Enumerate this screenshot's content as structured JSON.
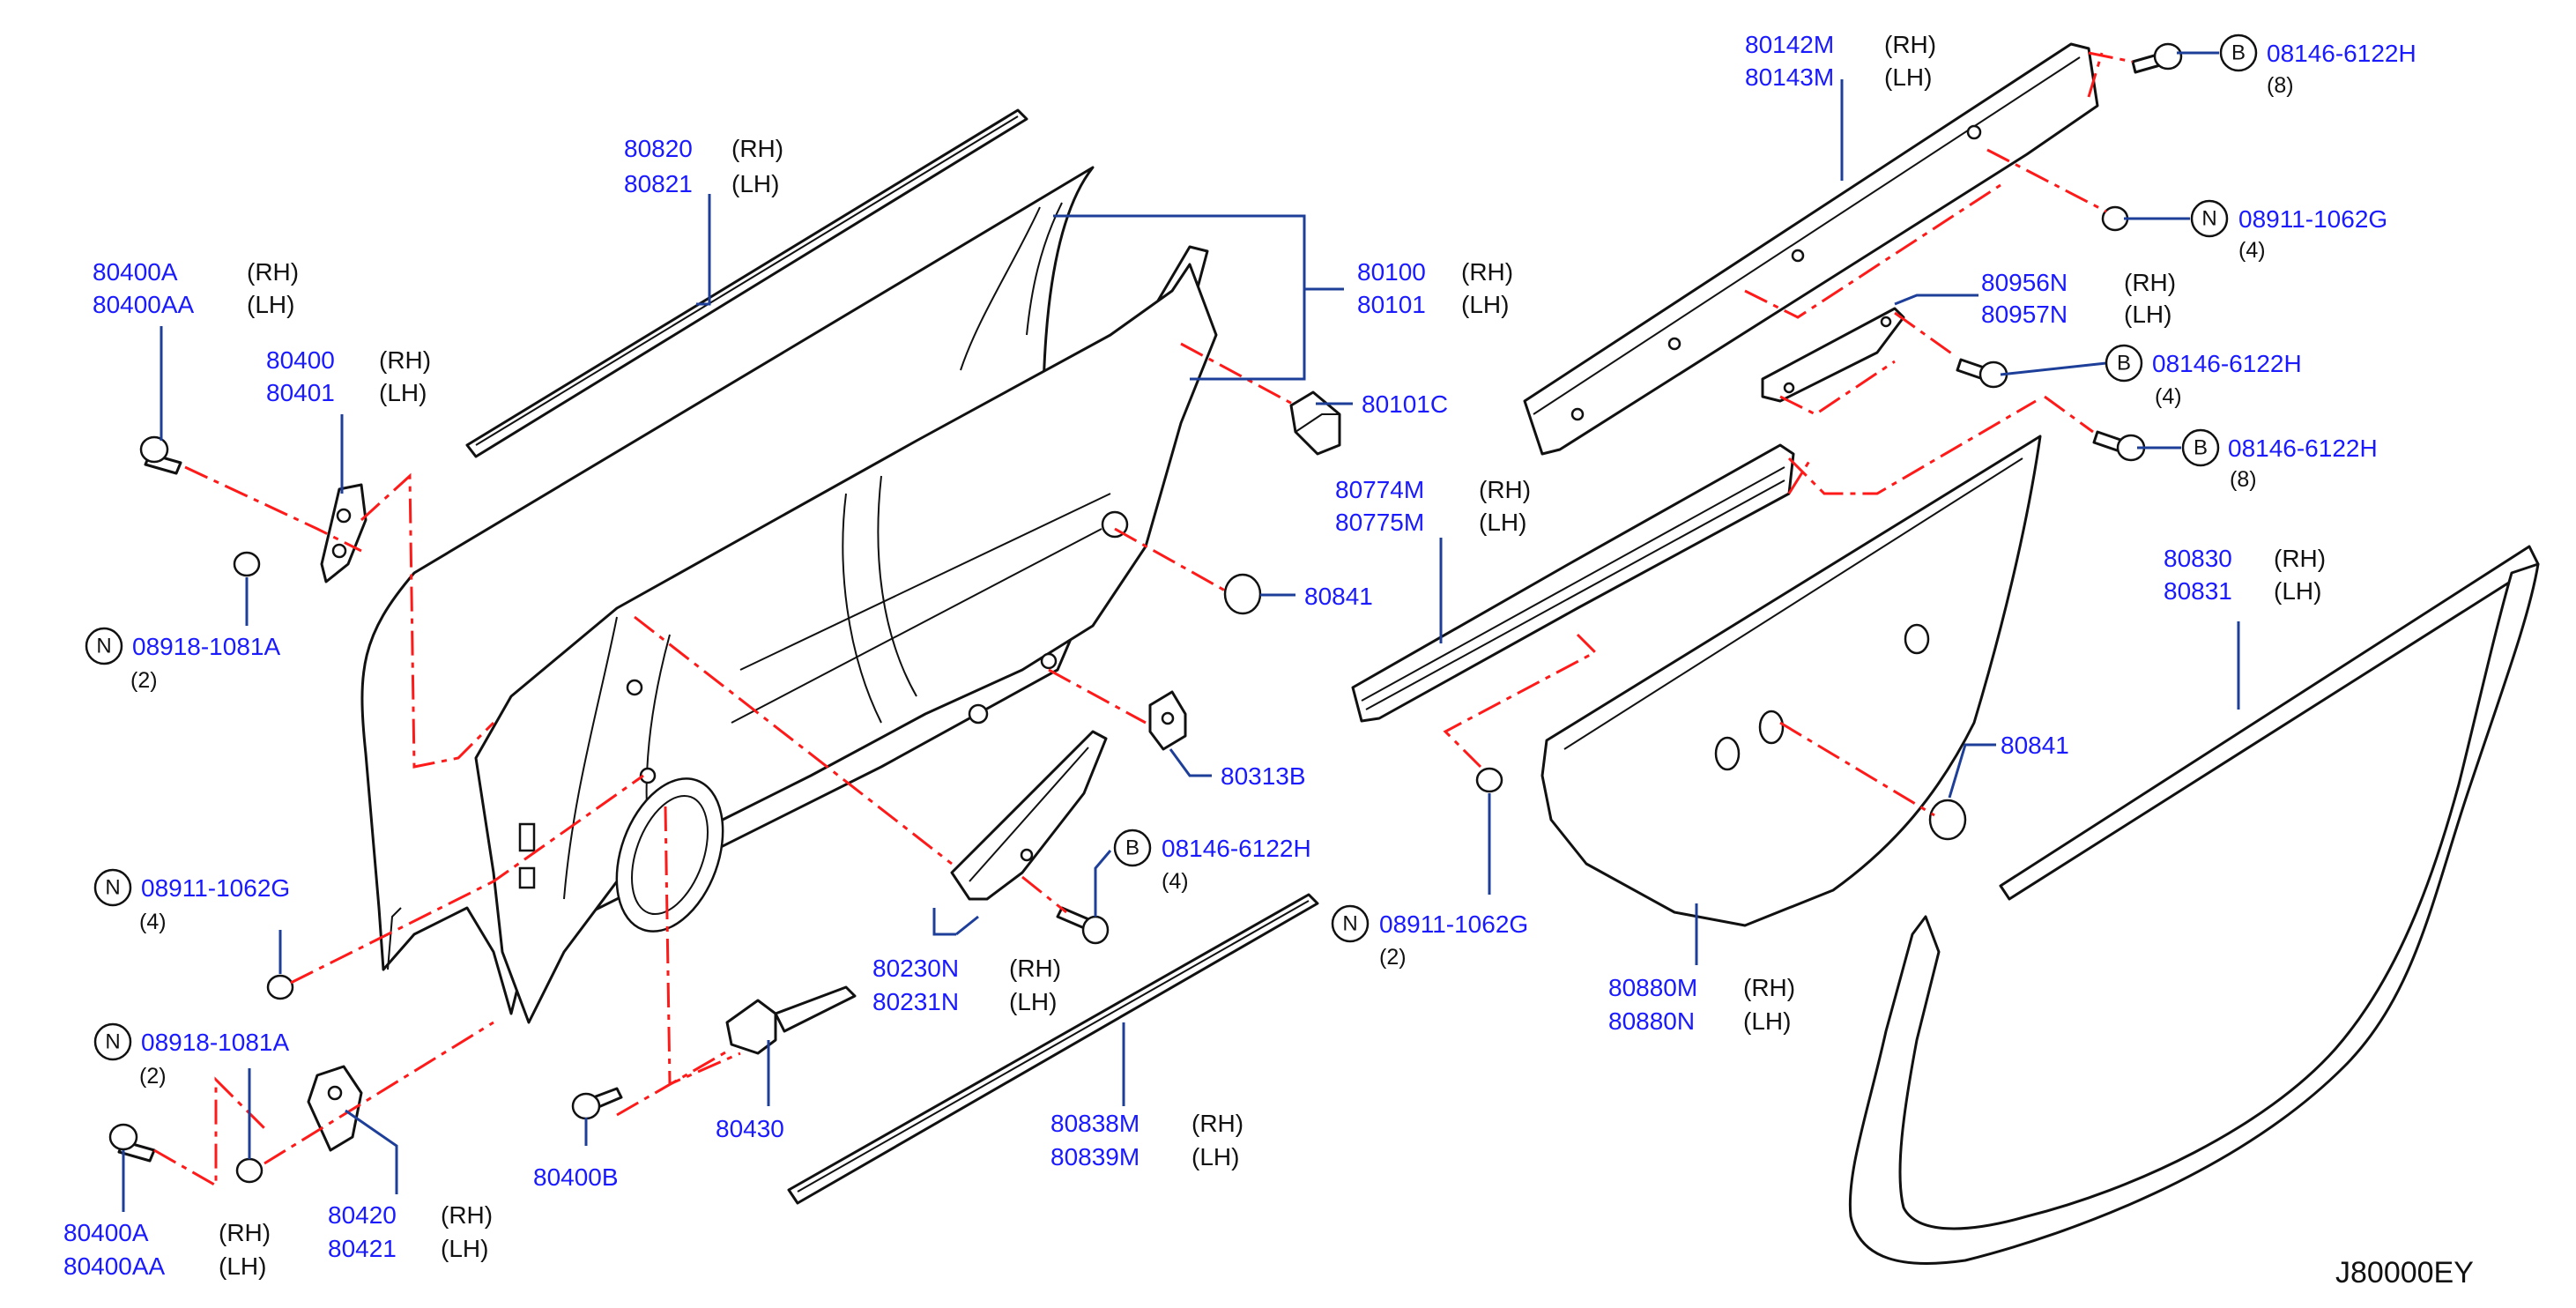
{
  "diagram_code": "J80000EY",
  "callouts": {
    "p80820": {
      "no1": "80820",
      "side1": "(RH)",
      "no2": "80821",
      "side2": "(LH)"
    },
    "p80400A": {
      "no1": "80400A",
      "side1": "(RH)",
      "no2": "80400AA",
      "side2": "(LH)"
    },
    "p80400": {
      "no1": "80400",
      "side1": "(RH)",
      "no2": "80401",
      "side2": "(LH)"
    },
    "p80100": {
      "no1": "80100",
      "side1": "(RH)",
      "no2": "80101",
      "side2": "(LH)"
    },
    "p80101C": {
      "no1": "80101C"
    },
    "p80841a": {
      "no1": "80841"
    },
    "p80313B": {
      "no1": "80313B"
    },
    "p80230N": {
      "no1": "80230N",
      "side1": "(RH)",
      "no2": "80231N",
      "side2": "(LH)"
    },
    "p80430": {
      "no1": "80430"
    },
    "p80400B": {
      "no1": "80400B"
    },
    "p80420": {
      "no1": "80420",
      "side1": "(RH)",
      "no2": "80421",
      "side2": "(LH)"
    },
    "p80400A2": {
      "no1": "80400A",
      "side1": "(RH)",
      "no2": "80400AA",
      "side2": "(LH)"
    },
    "p80838M": {
      "no1": "80838M",
      "side1": "(RH)",
      "no2": "80839M",
      "side2": "(LH)"
    },
    "p80142M": {
      "no1": "80142M",
      "side1": "(RH)",
      "no2": "80143M",
      "side2": "(LH)"
    },
    "p80956N": {
      "no1": "80956N",
      "side1": "(RH)",
      "no2": "80957N",
      "side2": "(LH)"
    },
    "p80774M": {
      "no1": "80774M",
      "side1": "(RH)",
      "no2": "80775M",
      "side2": "(LH)"
    },
    "p80841b": {
      "no1": "80841"
    },
    "p80830": {
      "no1": "80830",
      "side1": "(RH)",
      "no2": "80831",
      "side2": "(LH)"
    },
    "p80880M": {
      "no1": "80880M",
      "side1": "(RH)",
      "no2": "80880N",
      "side2": "(LH)"
    }
  },
  "fasteners": {
    "n1": {
      "letter": "N",
      "part": "08918-1081A",
      "qty": "(2)"
    },
    "n2": {
      "letter": "N",
      "part": "08911-1062G",
      "qty": "(4)"
    },
    "n3": {
      "letter": "N",
      "part": "08918-1081A",
      "qty": "(2)"
    },
    "b1": {
      "letter": "B",
      "part": "08146-6122H",
      "qty": "(4)"
    },
    "n4": {
      "letter": "N",
      "part": "08911-1062G",
      "qty": "(2)"
    },
    "b2": {
      "letter": "B",
      "part": "08146-6122H",
      "qty": "(8)"
    },
    "n5": {
      "letter": "N",
      "part": "08911-1062G",
      "qty": "(4)"
    },
    "b3": {
      "letter": "B",
      "part": "08146-6122H",
      "qty": "(4)"
    },
    "b4": {
      "letter": "B",
      "part": "08146-6122H",
      "qty": "(8)"
    }
  }
}
